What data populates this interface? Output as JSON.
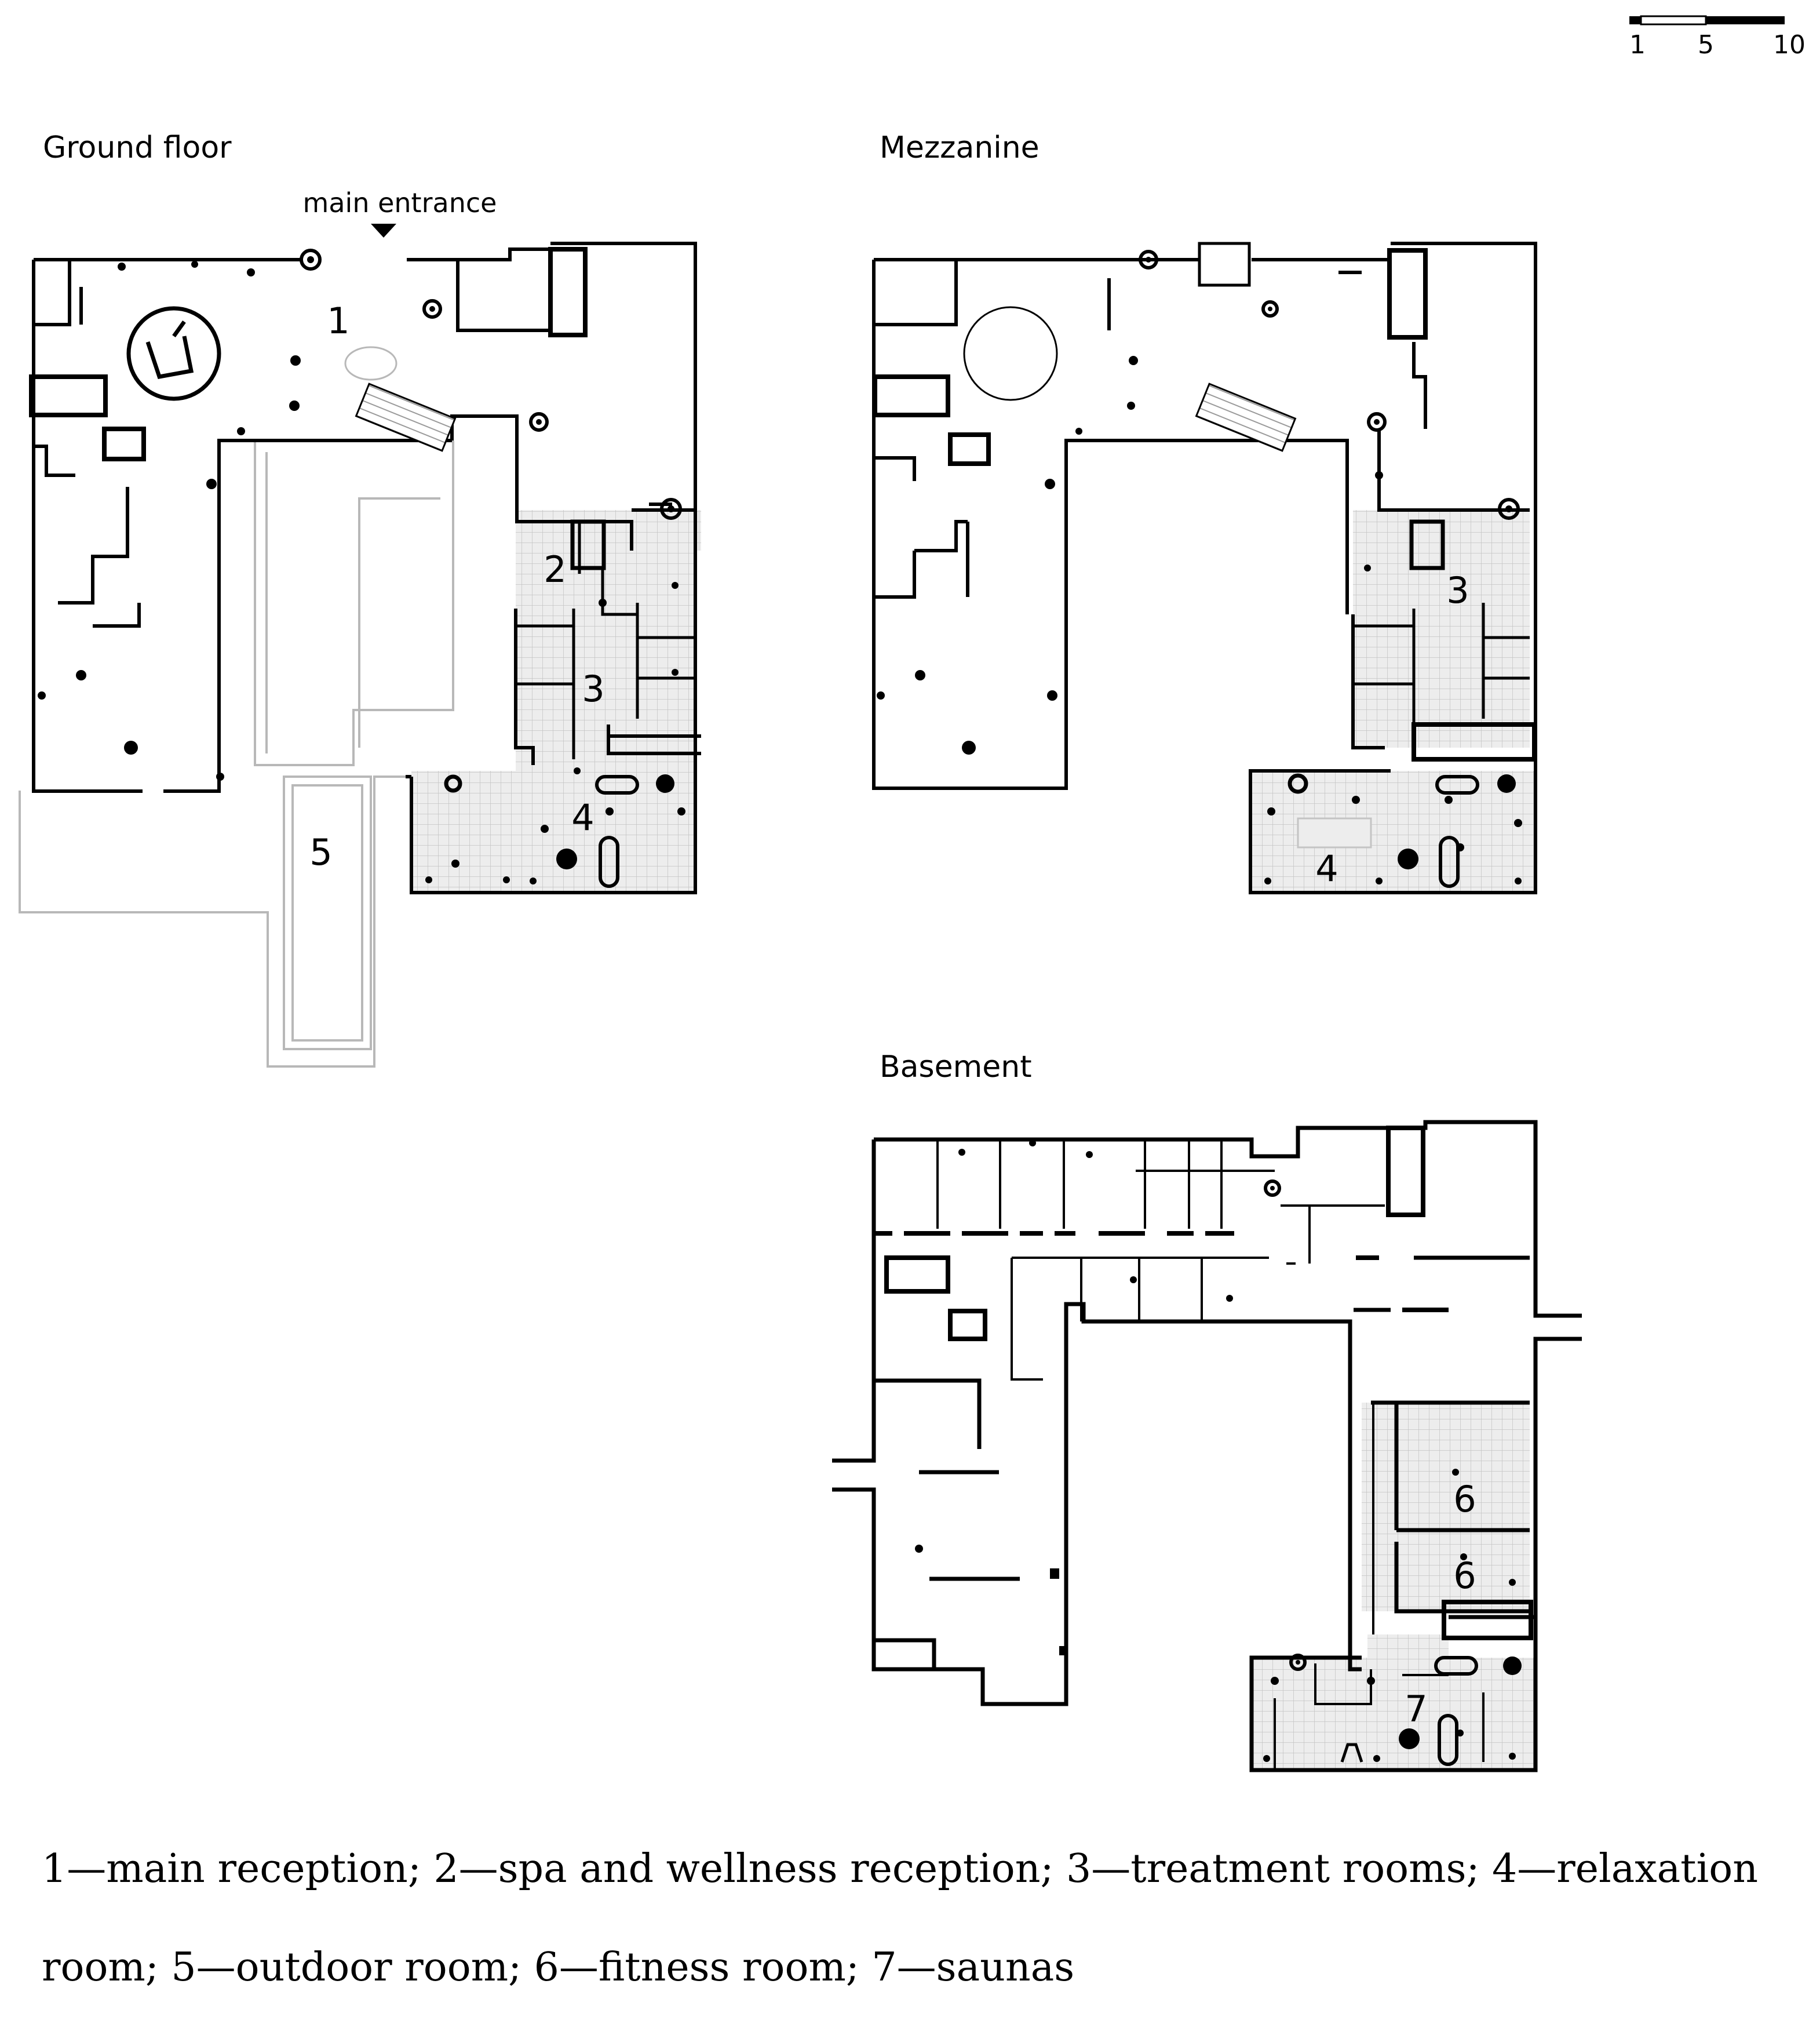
{
  "scale": {
    "ticks": [
      "1",
      "5",
      "10"
    ]
  },
  "plans": {
    "ground": {
      "title": "Ground floor",
      "entrance_label": "main entrance",
      "rooms": [
        "1",
        "2",
        "3",
        "4",
        "5"
      ]
    },
    "mezzanine": {
      "title": "Mezzanine",
      "rooms": [
        "3",
        "4"
      ]
    },
    "basement": {
      "title": "Basement",
      "rooms": [
        "6",
        "6",
        "7"
      ]
    }
  },
  "legend": {
    "text": "1—main reception; 2—spa and wellness reception; 3—treatment rooms; 4—relaxation room; 5—outdoor room; 6—fitness room; 7—saunas"
  },
  "colors": {
    "line": "#000000",
    "hatch": "#e8e8e8",
    "pool": "#bdbdbd"
  }
}
